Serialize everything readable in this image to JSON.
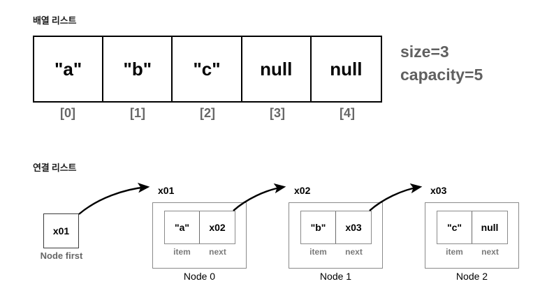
{
  "array_section": {
    "caption": "배열 리스트",
    "cells": [
      "\"a\"",
      "\"b\"",
      "\"c\"",
      "null",
      "null"
    ],
    "indices": [
      "[0]",
      "[1]",
      "[2]",
      "[3]",
      "[4]"
    ],
    "stats": {
      "size": "size=3",
      "capacity": "capacity=5"
    }
  },
  "linked_section": {
    "caption": "연결 리스트",
    "head": {
      "value": "x01",
      "label": "Node first"
    },
    "field_labels": {
      "item": "item",
      "next": "next"
    },
    "nodes": [
      {
        "address": "x01",
        "item": "\"a\"",
        "next": "x02",
        "caption": "Node 0"
      },
      {
        "address": "x02",
        "item": "\"b\"",
        "next": "x03",
        "caption": "Node 1"
      },
      {
        "address": "x03",
        "item": "\"c\"",
        "next": "null",
        "caption": "Node 2"
      }
    ]
  },
  "colors": {
    "array_border": "#000000",
    "index_text": "#666666",
    "stats_text": "#606060",
    "node_border": "#8a8a8a",
    "field_label_text": "#7a7a7a",
    "arrow": "#000000",
    "background": "#ffffff"
  }
}
